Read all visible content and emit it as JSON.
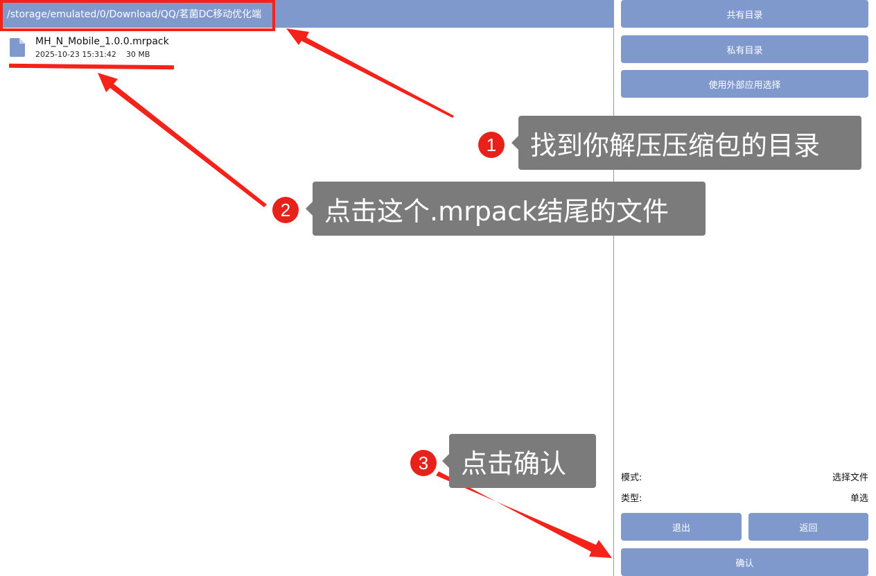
{
  "path_bar": {
    "path": "/storage/emulated/0/Download/QQ/茗菌DC移动优化端"
  },
  "files": [
    {
      "name": "MH_N_Mobile_1.0.0.mrpack",
      "date": "2025-10-23 15:31:42",
      "size": "30 MB",
      "icon": "file-icon"
    }
  ],
  "side_panel": {
    "buttons": {
      "shared": "共有目录",
      "private": "私有目录",
      "external": "使用外部应用选择"
    },
    "info": {
      "mode_label": "模式:",
      "mode_value": "选择文件",
      "type_label": "类型:",
      "type_value": "单选"
    },
    "actions": {
      "exit": "退出",
      "back": "返回",
      "confirm": "确认"
    }
  },
  "annotations": [
    {
      "number": "1",
      "text": "找到你解压压缩包的目录"
    },
    {
      "number": "2",
      "text": "点击这个.mrpack结尾的文件"
    },
    {
      "number": "3",
      "text": "点击确认"
    }
  ],
  "colors": {
    "accent": "#7f99cc",
    "annotation_red": "#f5221a",
    "callout_gray": "#7b7b7b"
  }
}
